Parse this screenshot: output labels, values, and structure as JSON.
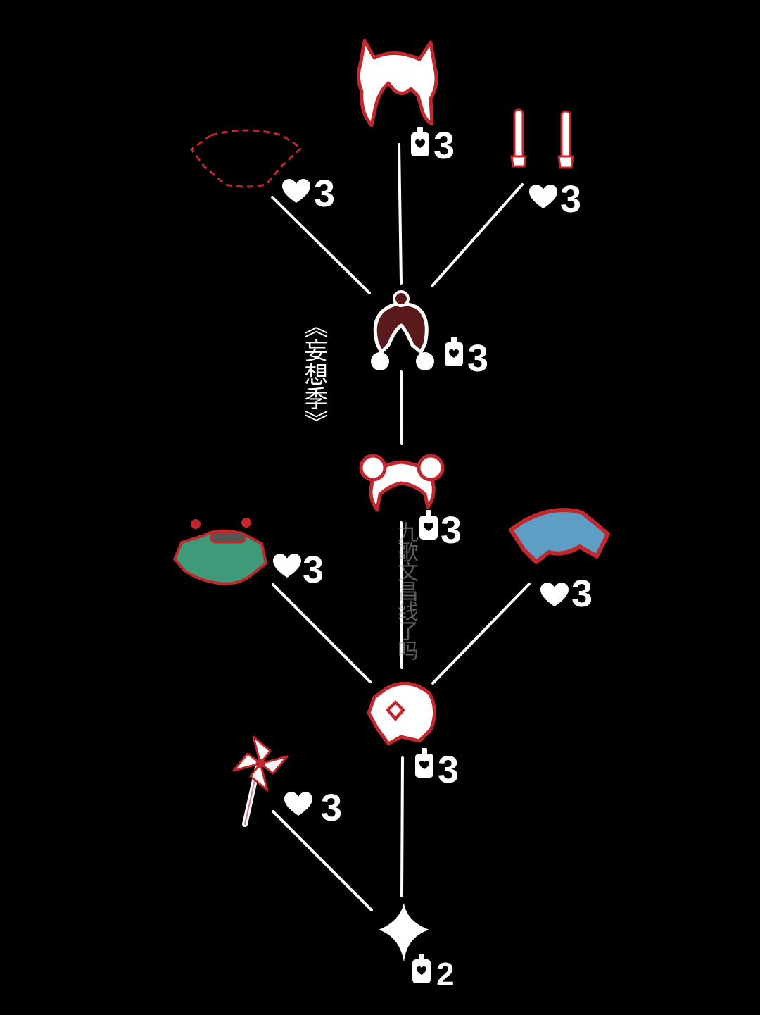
{
  "season_label": "《妄想季》",
  "watermark": "九歌文昌线了吗",
  "nodes": [
    {
      "id": "hair-spiky",
      "icon": "spiky-hair-icon",
      "currency": "candle",
      "cost": "3"
    },
    {
      "id": "cape-dashed",
      "icon": "dashed-cape-icon",
      "currency": "heart",
      "cost": "3"
    },
    {
      "id": "twin-sticks",
      "icon": "twin-sticks-icon",
      "currency": "heart",
      "cost": "3"
    },
    {
      "id": "hair-pompom",
      "icon": "pompom-hair-icon",
      "currency": "candle",
      "cost": "3"
    },
    {
      "id": "hair-buns",
      "icon": "bun-hair-icon",
      "currency": "candle",
      "cost": "3"
    },
    {
      "id": "green-outfit",
      "icon": "green-outfit-icon",
      "currency": "heart",
      "cost": "3"
    },
    {
      "id": "blue-cape",
      "icon": "blue-cape-icon",
      "currency": "heart",
      "cost": "3"
    },
    {
      "id": "mask",
      "icon": "mask-icon",
      "currency": "candle",
      "cost": "3"
    },
    {
      "id": "pinwheel",
      "icon": "pinwheel-icon",
      "currency": "heart",
      "cost": "3"
    },
    {
      "id": "star",
      "icon": "star-icon",
      "currency": "candle",
      "cost": "2"
    }
  ],
  "colors": {
    "background": "#000000",
    "line": "#ffffff",
    "accent": "#c1272d",
    "maroon": "#5a1a1c",
    "green": "#3f9a7a",
    "blue": "#5f9ec4"
  }
}
